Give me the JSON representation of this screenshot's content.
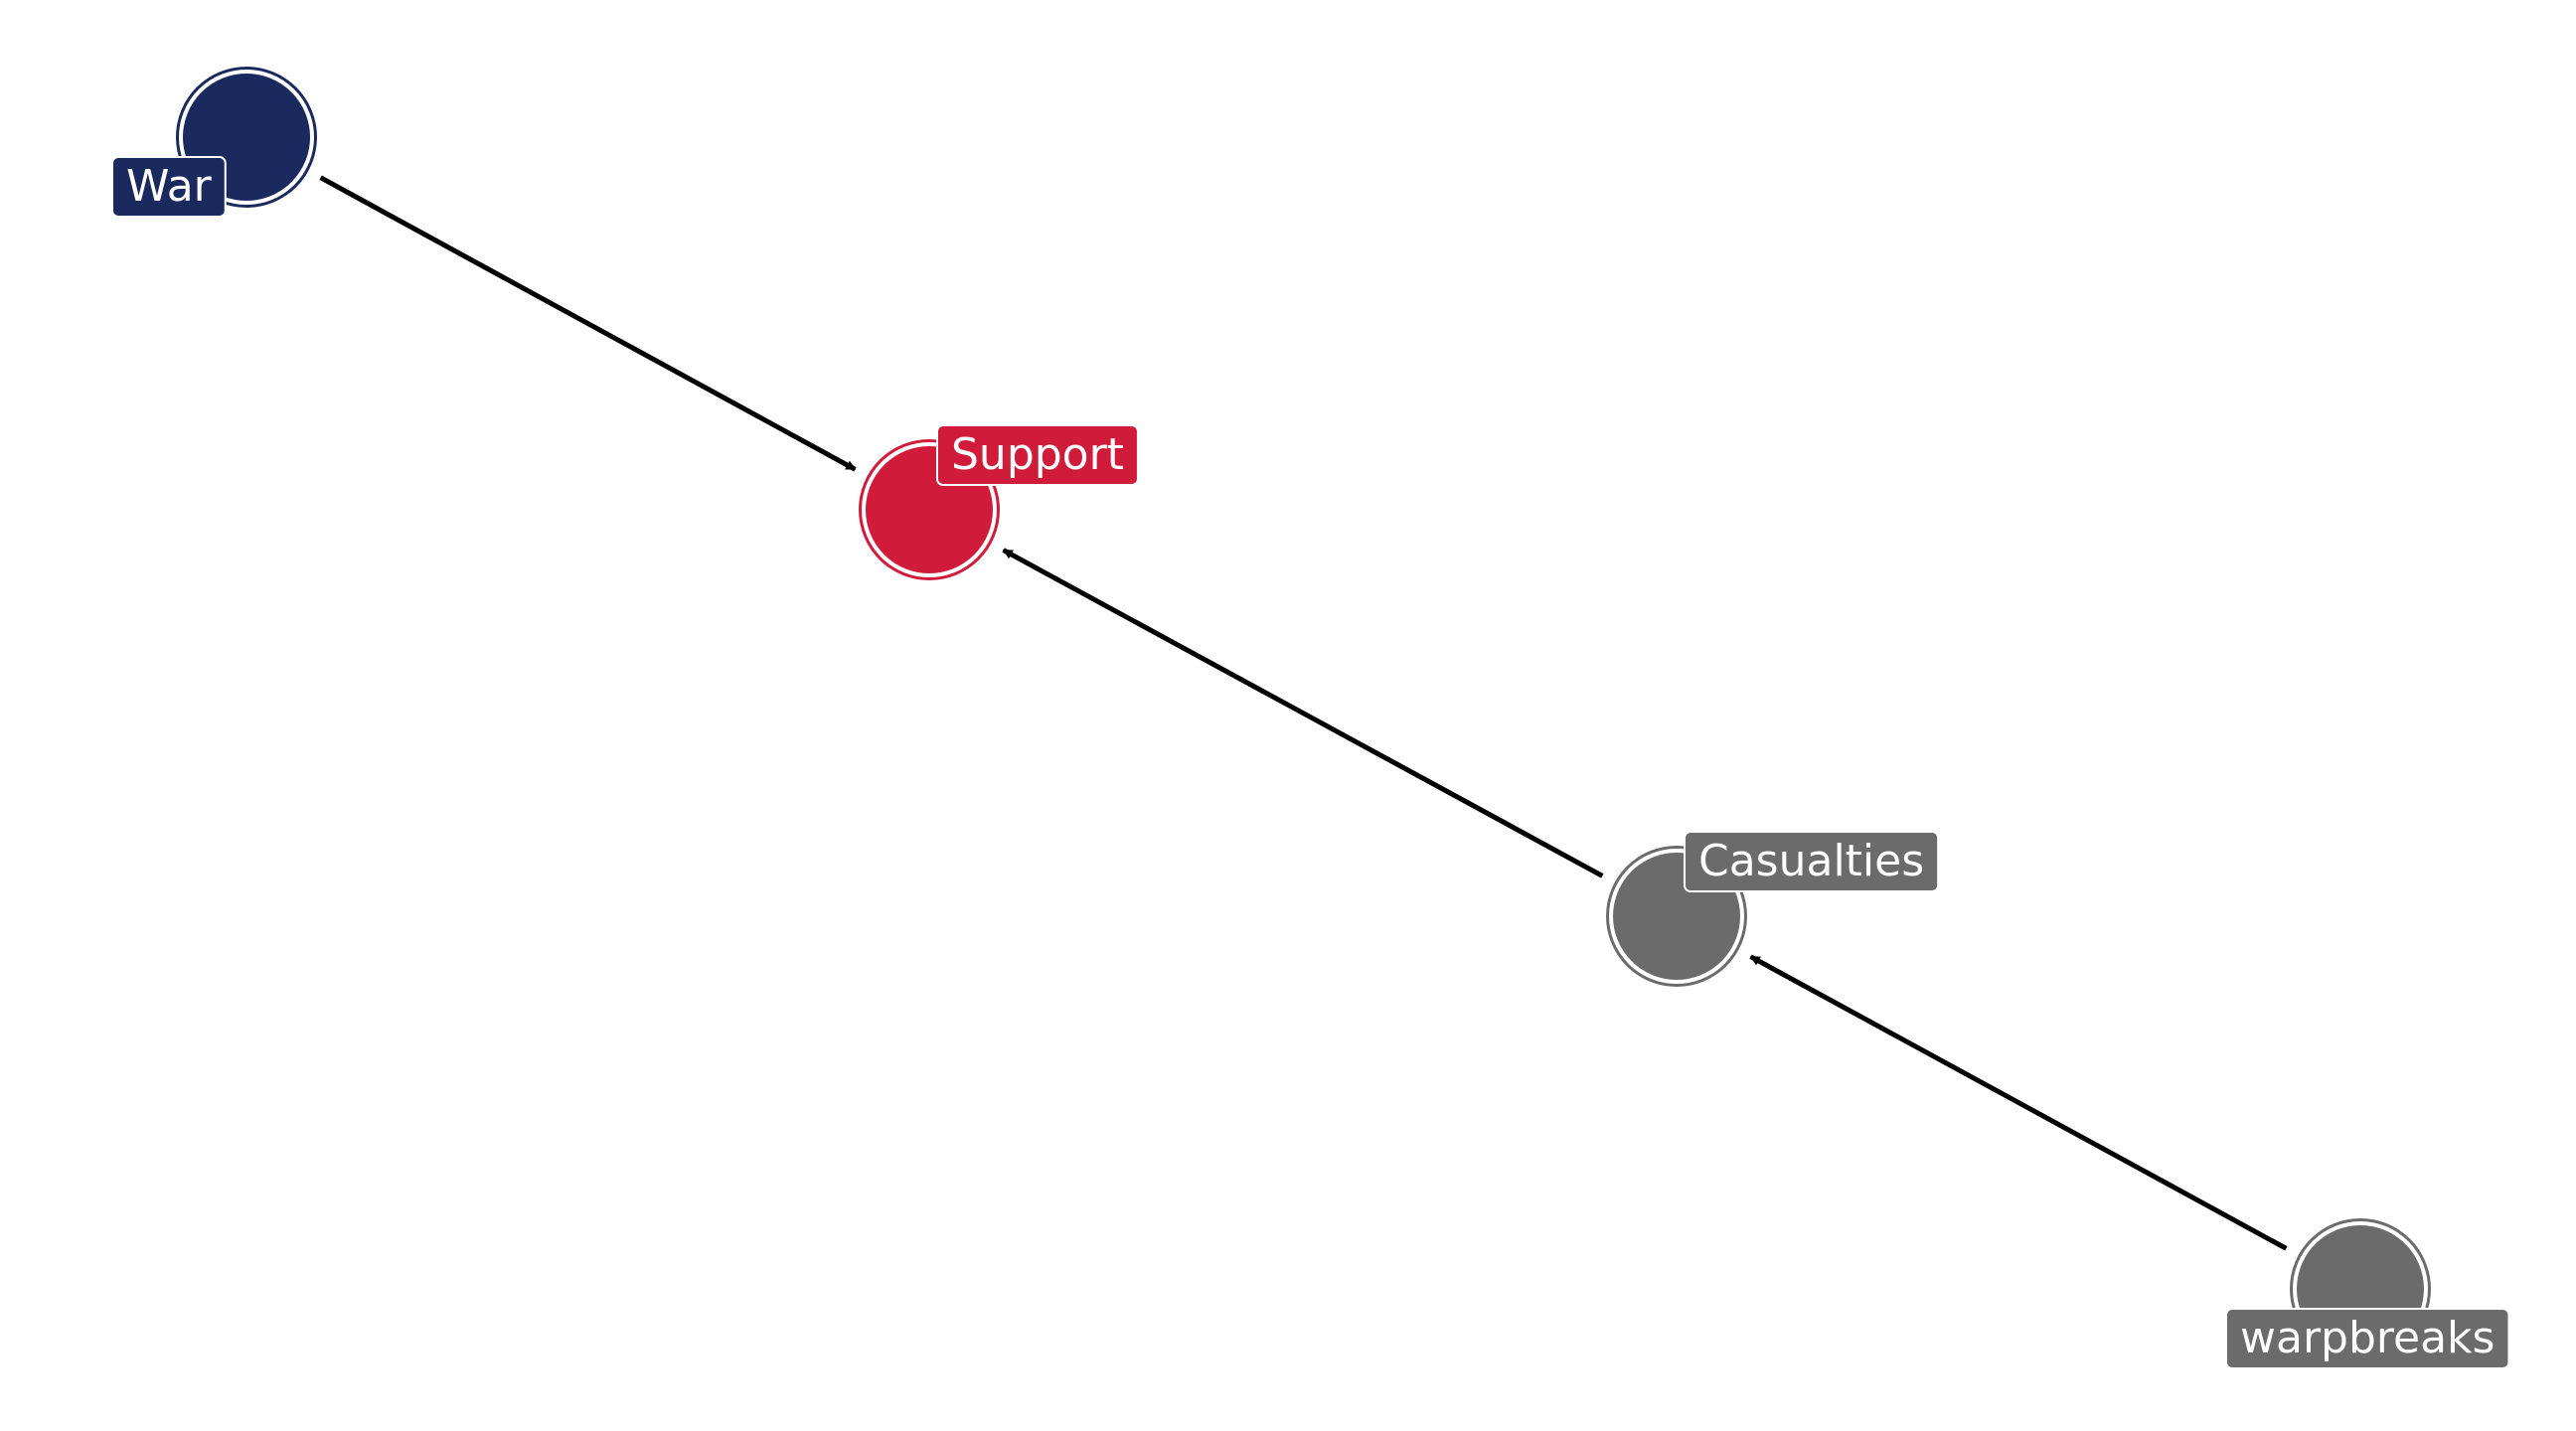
{
  "diagram": {
    "type": "directed-acyclic-graph",
    "colors": {
      "exposure": "#1b2a5e",
      "outcome": "#d01c3a",
      "other": "#6b6b6b",
      "edge": "#000000",
      "ring": "#ffffff"
    },
    "nodes": [
      {
        "id": "war",
        "label": "War",
        "role": "exposure"
      },
      {
        "id": "support",
        "label": "Support",
        "role": "outcome"
      },
      {
        "id": "casualties",
        "label": "Casualties",
        "role": "other"
      },
      {
        "id": "warpbreaks",
        "label": "warpbreaks",
        "role": "other"
      }
    ],
    "edges": [
      {
        "from": "war",
        "to": "support"
      },
      {
        "from": "casualties",
        "to": "support"
      },
      {
        "from": "warpbreaks",
        "to": "casualties"
      }
    ]
  }
}
